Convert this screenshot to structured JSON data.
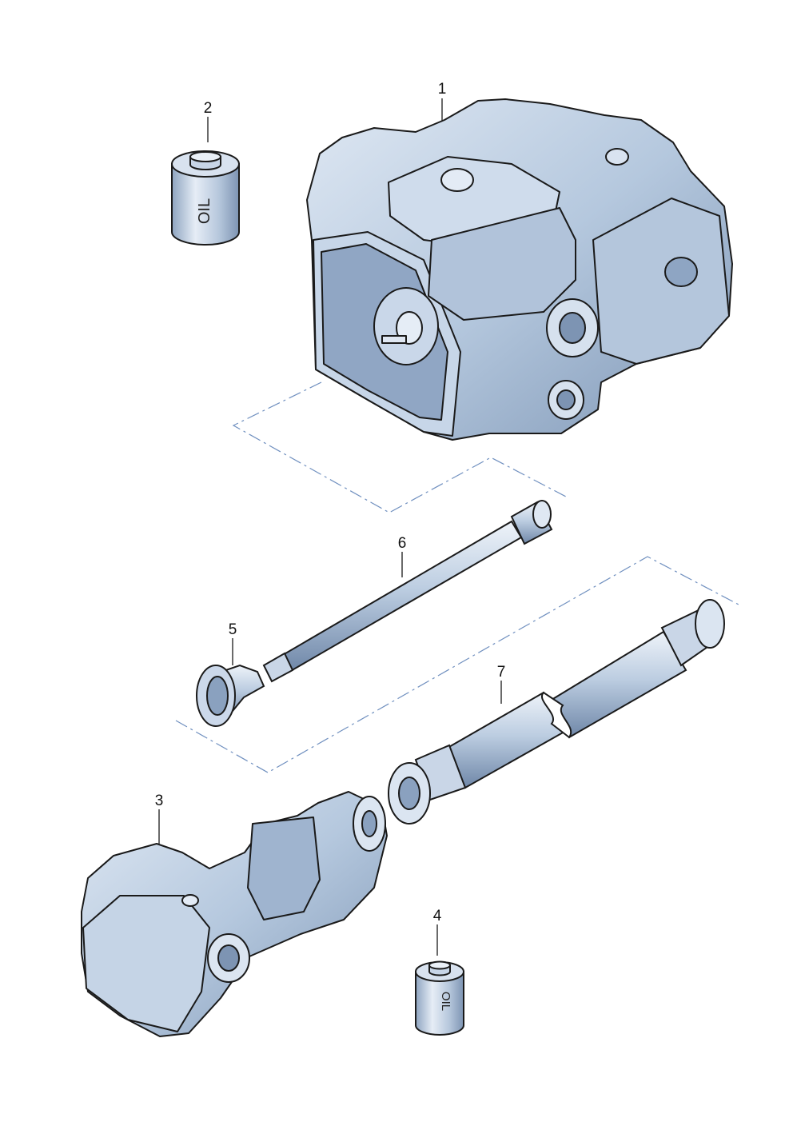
{
  "diagram": {
    "callouts": [
      "1",
      "2",
      "3",
      "4",
      "5",
      "6",
      "7"
    ],
    "oil_labels": [
      "OIL",
      "OIL"
    ]
  },
  "colors": {
    "part_fill": "#b9cbe0",
    "part_light": "#dbe6f2",
    "part_dark": "#7b93b3",
    "outline": "#1a1a1a",
    "dashed_line": "#6f8fbf"
  }
}
